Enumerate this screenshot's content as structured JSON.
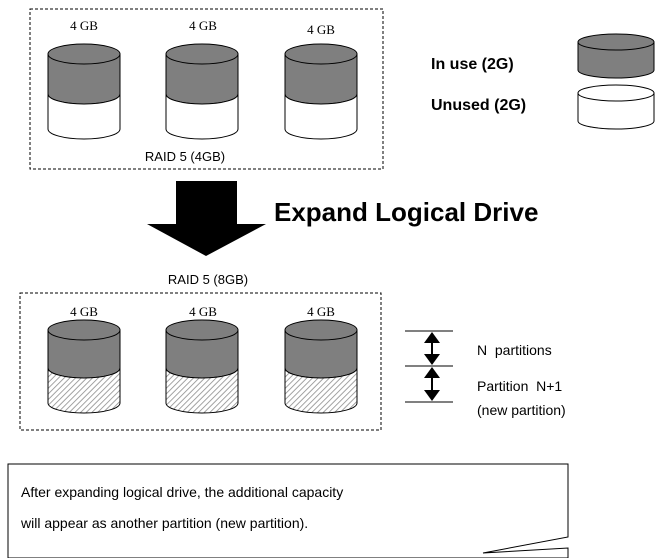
{
  "colors": {
    "used": "#7f7f7f",
    "unused": "#ffffff",
    "new_partition_pattern": "hatched-grey",
    "outline": "#000000",
    "arrow": "#000000"
  },
  "icons": {
    "disk": "cylinder-disk-icon",
    "expand": "down-arrow-icon",
    "partition": "double-headed-arrow-icon"
  },
  "top_array": {
    "disks": [
      {
        "capacity": "4 GB"
      },
      {
        "capacity": "4 GB"
      },
      {
        "capacity": "4 GB"
      }
    ],
    "caption": "RAID 5 (4GB)"
  },
  "legend": {
    "in_use": "In use (2G)",
    "unused": "Unused (2G)"
  },
  "expand_label": "Expand Logical Drive",
  "bottom_array": {
    "caption": "RAID 5 (8GB)",
    "disks": [
      {
        "capacity": "4 GB"
      },
      {
        "capacity": "4 GB"
      },
      {
        "capacity": "4 GB"
      }
    ]
  },
  "partitions": {
    "existing": "N  partitions",
    "new_line1": "Partition  N+1",
    "new_line2": "(new partition)"
  },
  "note": {
    "line1": "After expanding logical drive, the additional capacity",
    "line2": "will appear as another partition (new partition)."
  }
}
